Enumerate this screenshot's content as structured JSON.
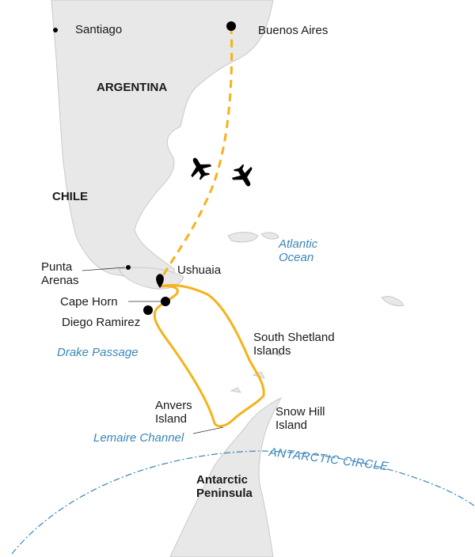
{
  "colors": {
    "land": "#e8e8e8",
    "coast": "#c9c9c9",
    "route": "#f6b21a",
    "flight": "#f6b21a",
    "circle": "#3a86b8",
    "sea_text": "#3a86b8",
    "marker": "#000000"
  },
  "icons": [
    "airplane-icon",
    "airplane-icon",
    "map-pin-icon"
  ],
  "labels": {
    "santiago": "Santiago",
    "buenos_aires": "Buenos Aires",
    "argentina": "ARGENTINA",
    "chile": "CHILE",
    "atlantic_ocean": "Atlantic\nOcean",
    "ushuaia": "Ushuaia",
    "punta_arenas": "Punta\nArenas",
    "cape_horn": "Cape Horn",
    "diego_ramirez": "Diego Ramirez",
    "drake_passage": "Drake Passage",
    "south_shetland": "South Shetland\nIslands",
    "anvers": "Anvers\nIsland",
    "snow_hill": "Snow Hill\nIsland",
    "lemaire": "Lemaire Channel",
    "antarctic_circle": "ANTARCTIC CIRCLE",
    "antarctic_peninsula": "Antarctic\nPeninsula"
  }
}
